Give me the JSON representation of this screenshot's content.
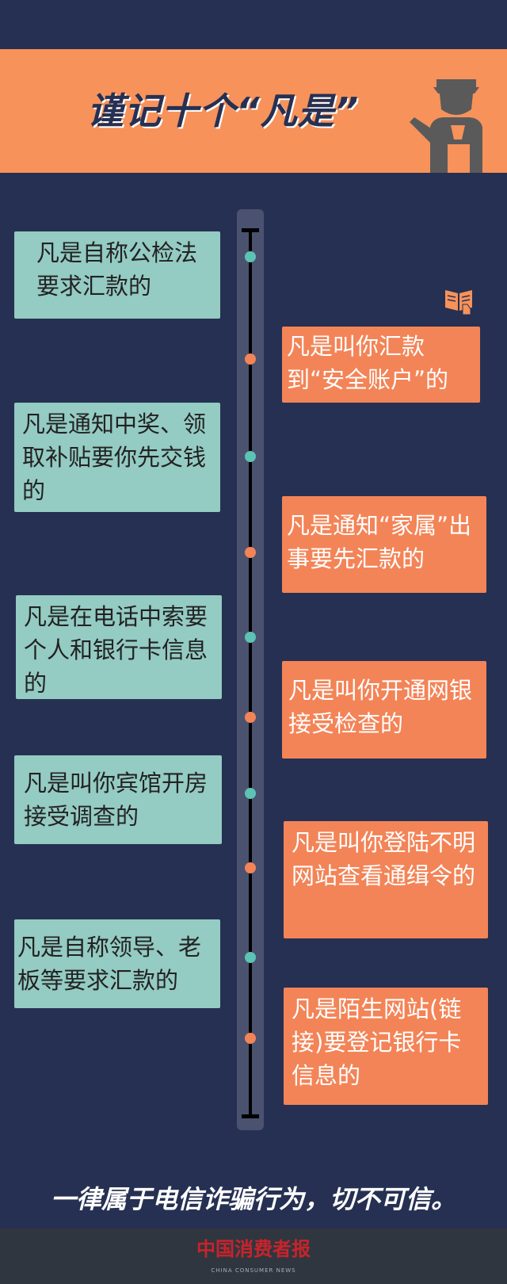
{
  "header": {
    "title": "谨记十个“凡是”",
    "icon": "police-officer-icon"
  },
  "items": {
    "left": [
      "凡是自称公检法要求汇款的",
      "凡是通知中奖、领取补贴要你先交钱的",
      "凡是在电话中索要个人和银行卡信息的",
      "凡是叫你宾馆开房接受调查的",
      "凡是自称领导、老板等要求汇款的"
    ],
    "right": [
      "凡是叫你汇款到“安全账户”的",
      "凡是通知“家属”出事要先汇款的",
      "凡是叫你开通网银接受检查的",
      "凡是叫你登陆不明网站查看通缉令的",
      "凡是陌生网站(链接)要登记银行卡信息的"
    ]
  },
  "footer": {
    "text": "一律属于电信诈骗行为，切不可信。",
    "logo": "中国消费者报",
    "logo_sub": "CHINA CONSUMER NEWS"
  },
  "colors": {
    "background": "#263052",
    "banner": "#f7925a",
    "teal": "#94cbc3",
    "orange": "#f38457"
  }
}
